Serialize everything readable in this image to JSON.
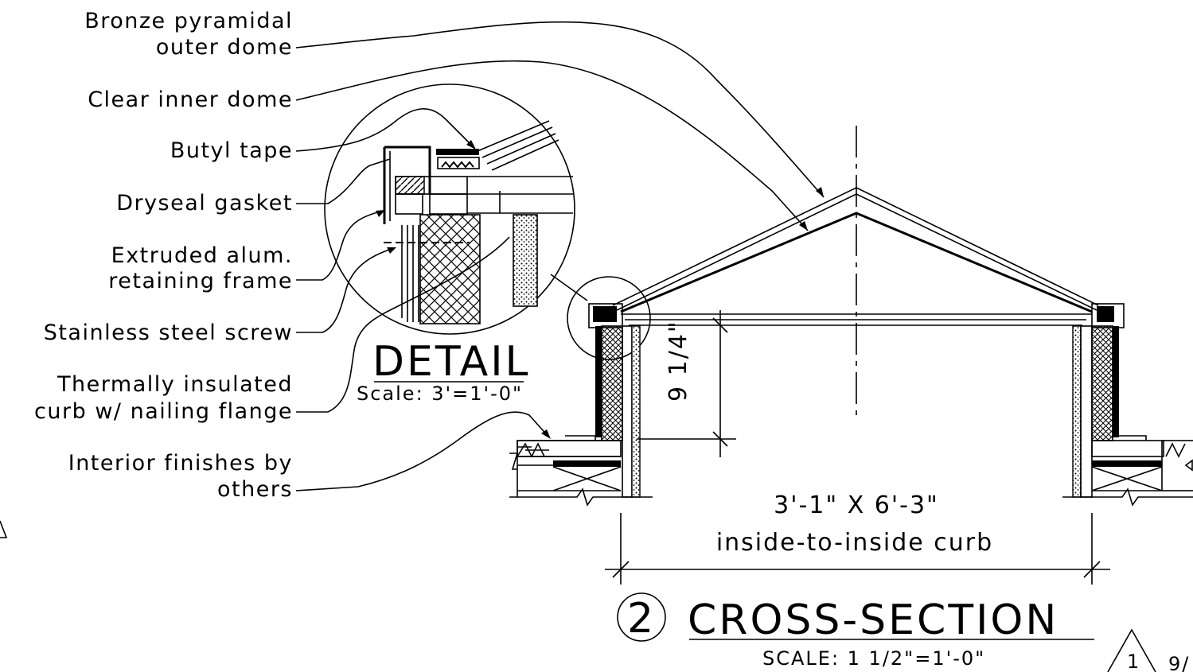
{
  "callouts": [
    {
      "lines": [
        "Bronze pyramidal",
        "outer dome"
      ]
    },
    {
      "lines": [
        "Clear inner dome"
      ]
    },
    {
      "lines": [
        "Butyl tape"
      ]
    },
    {
      "lines": [
        "Dryseal gasket"
      ]
    },
    {
      "lines": [
        "Extruded alum.",
        "retaining frame"
      ]
    },
    {
      "lines": [
        "Stainless steel screw"
      ]
    },
    {
      "lines": [
        "Thermally insulated",
        "curb w/ nailing flange"
      ]
    },
    {
      "lines": [
        "Interior finishes by",
        "others"
      ]
    }
  ],
  "detail": {
    "title": "DETAIL",
    "scale": "Scale: 3'=1'-0\""
  },
  "dimensions": {
    "height": "9 1/4\"",
    "curb_size": "3'-1\" X 6'-3\"",
    "curb_note": "inside-to-inside curb"
  },
  "section": {
    "number": "2",
    "title": "CROSS-SECTION",
    "scale": "SCALE: 1 1/2\"=1'-0\""
  },
  "corner_tag": {
    "number": "1",
    "partial": "9/"
  }
}
